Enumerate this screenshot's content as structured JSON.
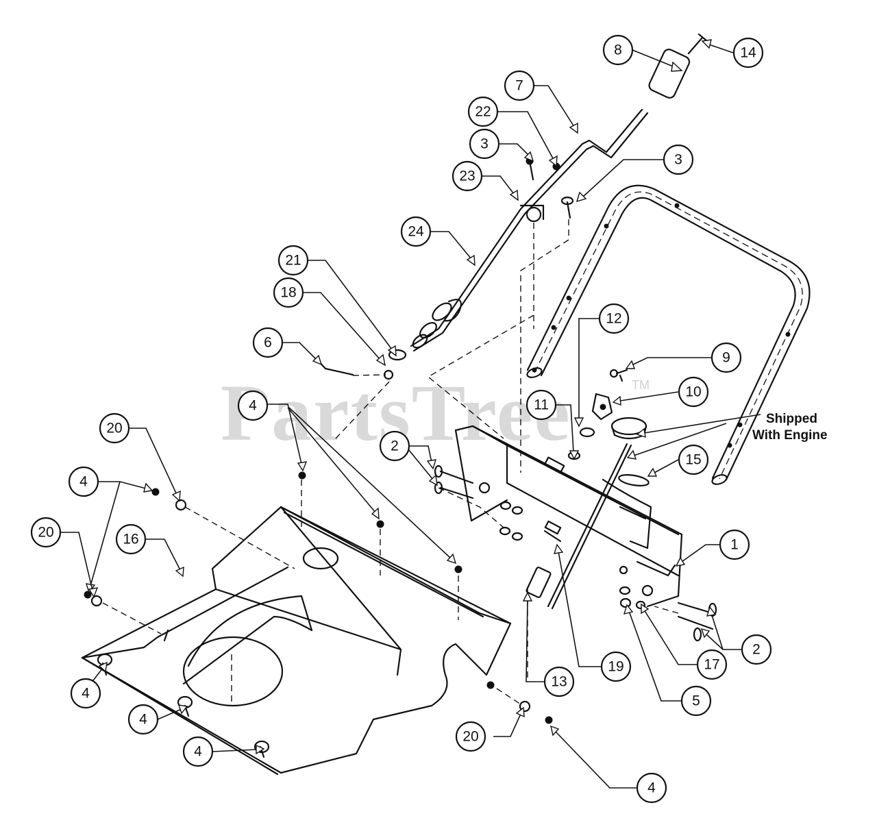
{
  "watermark": {
    "text": "PartsTree",
    "tm": "TM"
  },
  "note": {
    "line1": "Shipped",
    "line2": "With Engine"
  },
  "callouts": [
    {
      "label": "14"
    },
    {
      "label": "8"
    },
    {
      "label": "7"
    },
    {
      "label": "22"
    },
    {
      "label": "3"
    },
    {
      "label": "3"
    },
    {
      "label": "23"
    },
    {
      "label": "24"
    },
    {
      "label": "21"
    },
    {
      "label": "18"
    },
    {
      "label": "6"
    },
    {
      "label": "12"
    },
    {
      "label": "9"
    },
    {
      "label": "10"
    },
    {
      "label": "11"
    },
    {
      "label": "4"
    },
    {
      "label": "20"
    },
    {
      "label": "2"
    },
    {
      "label": "15"
    },
    {
      "label": "4"
    },
    {
      "label": "20"
    },
    {
      "label": "16"
    },
    {
      "label": "1"
    },
    {
      "label": "2"
    },
    {
      "label": "17"
    },
    {
      "label": "19"
    },
    {
      "label": "13"
    },
    {
      "label": "5"
    },
    {
      "label": "4"
    },
    {
      "label": "4"
    },
    {
      "label": "20"
    },
    {
      "label": "4"
    },
    {
      "label": "4"
    }
  ]
}
